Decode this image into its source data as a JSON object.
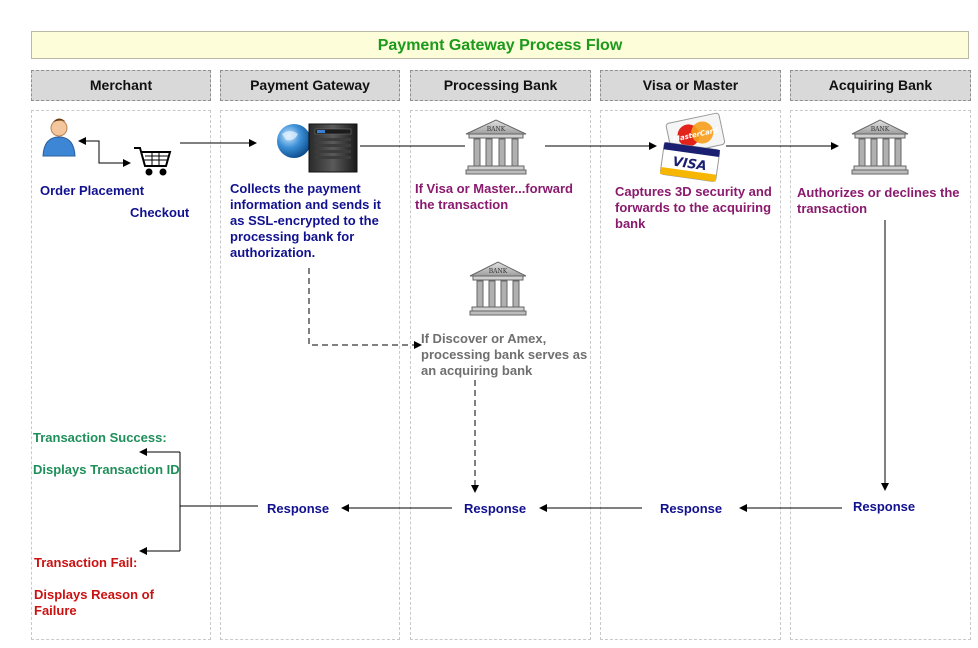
{
  "title": "Payment Gateway Process Flow",
  "columns": [
    "Merchant",
    "Payment Gateway",
    "Processing Bank",
    "Visa or Master",
    "Acquiring Bank"
  ],
  "merchant": {
    "order_placement": "Order Placement",
    "checkout": "Checkout",
    "success_title": "Transaction Success:",
    "success_detail": "Displays Transaction ID",
    "fail_title": "Transaction Fail:",
    "fail_detail": "Displays Reason of Failure"
  },
  "gateway": {
    "description": "Collects the payment information and sends it as SSL-encrypted to the processing bank for authorization."
  },
  "processing_bank": {
    "visa_master": "If Visa or Master...forward the transaction",
    "discover_amex": "If Discover or Amex, processing bank serves as an acquiring bank",
    "bank_label": "BANK"
  },
  "card_network": {
    "description": "Captures 3D security and forwards to the acquiring bank",
    "mastercard_label": "MasterCard",
    "visa_label": "VISA"
  },
  "acquiring_bank": {
    "description": "Authorizes or declines the transaction",
    "bank_label": "BANK"
  },
  "responses": [
    "Response",
    "Response",
    "Response",
    "Response"
  ],
  "colors": {
    "title_green": "#1b9a1b",
    "blue_text": "#11118f",
    "purple_text": "#8a1a6e",
    "grey_text": "#6f6f6f",
    "success_green": "#1f8f5a",
    "fail_red": "#cc1111"
  }
}
